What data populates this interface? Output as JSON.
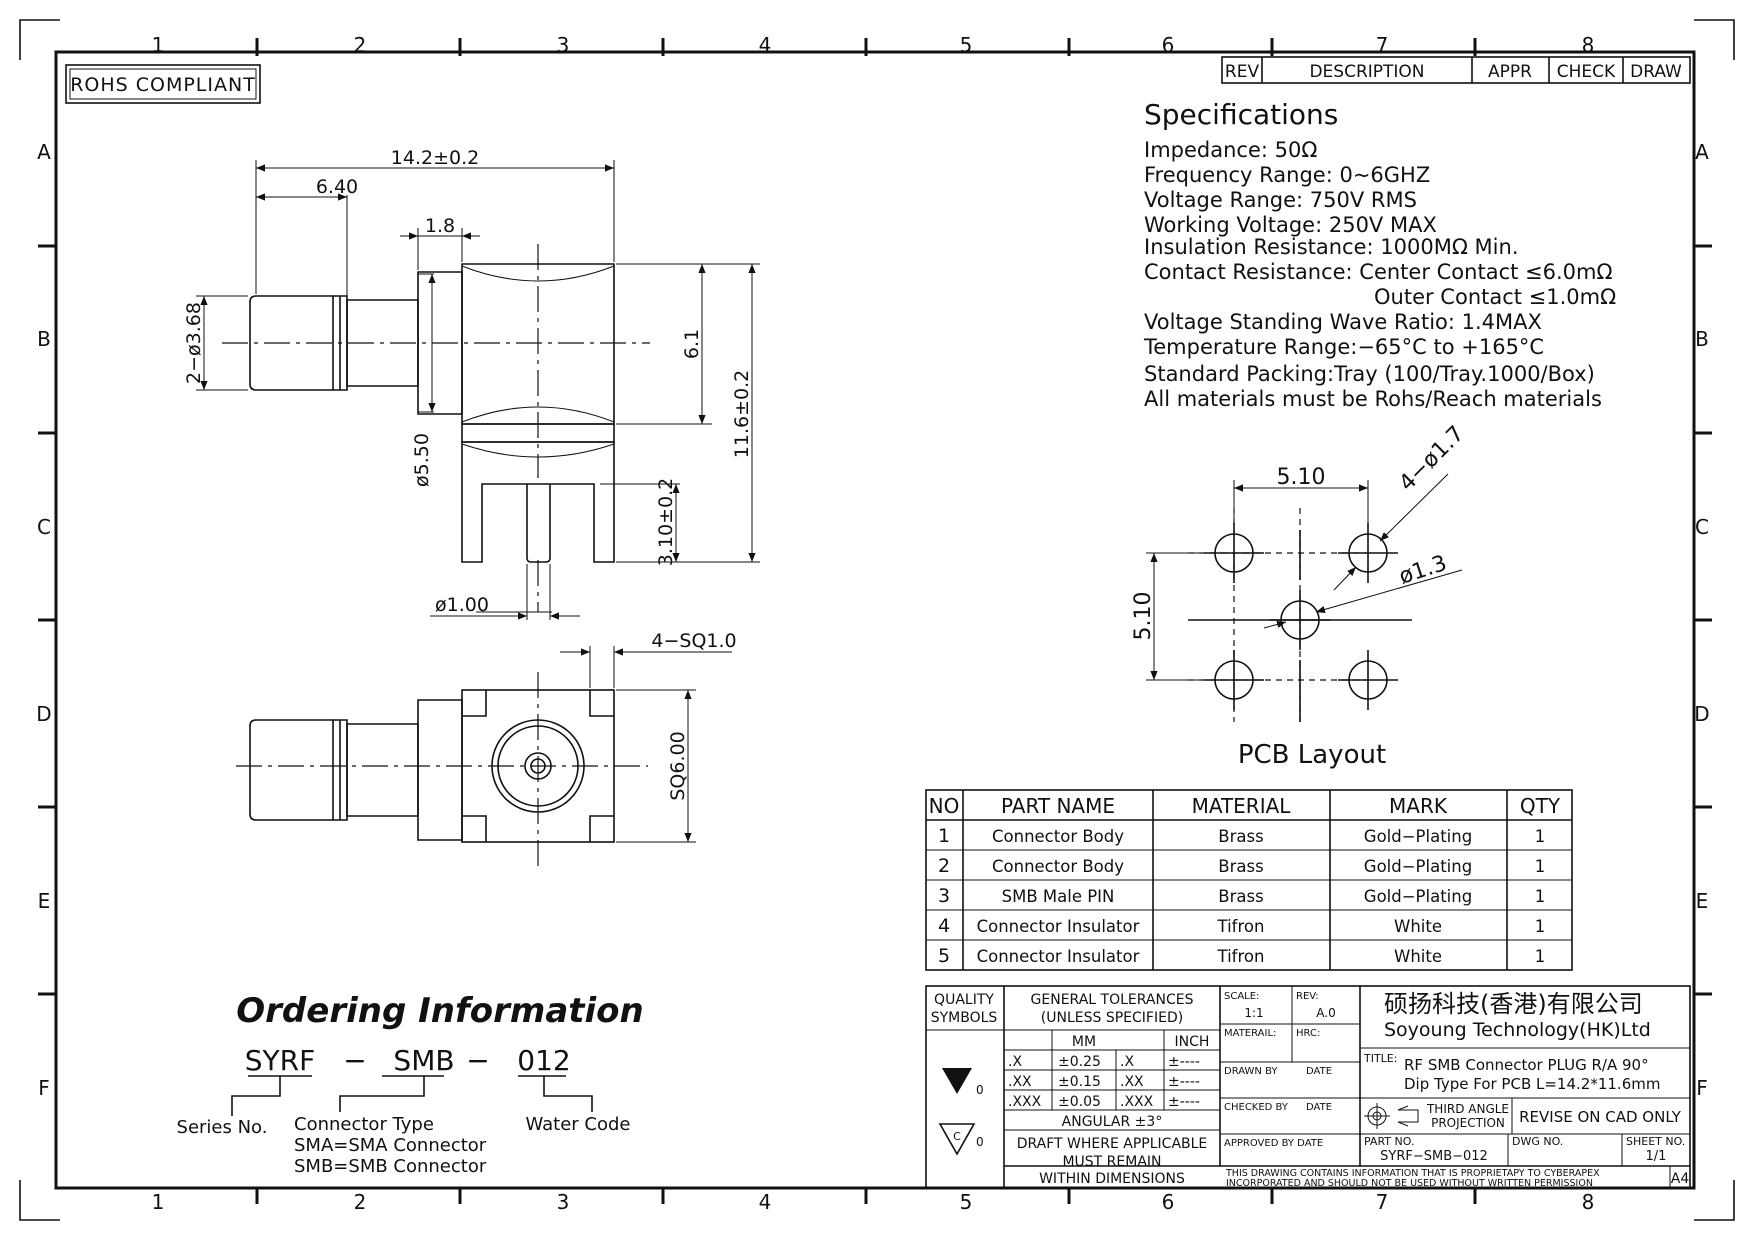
{
  "border": {
    "col_labels": [
      "1",
      "2",
      "3",
      "4",
      "5",
      "6",
      "7",
      "8"
    ],
    "row_labels": [
      "A",
      "B",
      "C",
      "D",
      "E",
      "F"
    ]
  },
  "rohs": "ROHS COMPLIANT",
  "rev_block": {
    "headers": [
      "REV",
      "DESCRIPTION",
      "APPR",
      "CHECK",
      "DRAW"
    ]
  },
  "specs": {
    "title": "Specifications",
    "lines": [
      "Impedance: 50Ω",
      "Frequency Range: 0~6GHZ",
      "Voltage Range: 750V RMS",
      "Working Voltage: 250V MAX",
      "Insulation Resistance: 1000MΩ Min.",
      "Contact Resistance: Center Contact ≤6.0mΩ",
      "Outer Contact ≤1.0mΩ",
      "Voltage Standing Wave Ratio: 1.4MAX",
      "Temperature Range:−65°C to +165°C",
      "Standard Packing:Tray (100/Tray.1000/Box)",
      "All materials must be Rohs/Reach materials"
    ]
  },
  "side_view_dims": {
    "overall": "14.2±0.2",
    "plug": "6.40",
    "flange": "1.8",
    "plug_dia": "2−ø3.68",
    "body_h": "6.1",
    "total_h": "11.6±0.2",
    "body_dia": "ø5.50",
    "leg_h": "3.10±0.2",
    "pin_dia": "ø1.00"
  },
  "top_view_dims": {
    "sq_leg": "4−SQ1.0",
    "sq_body": "SQ6.00"
  },
  "pcb": {
    "title": "PCB Layout",
    "dim_h": "5.10",
    "dim_v": "5.10",
    "hole_outer": "4−ø1.7",
    "hole_center": "ø1.3"
  },
  "bom": {
    "headers": [
      "NO",
      "PART NAME",
      "MATERIAL",
      "MARK",
      "QTY"
    ],
    "rows": [
      [
        "1",
        "Connector Body",
        "Brass",
        "Gold−Plating",
        "1"
      ],
      [
        "2",
        "Connector Body",
        "Brass",
        "Gold−Plating",
        "1"
      ],
      [
        "3",
        "SMB Male PIN",
        "Brass",
        "Gold−Plating",
        "1"
      ],
      [
        "4",
        "Connector Insulator",
        "Tifron",
        "White",
        "1"
      ],
      [
        "5",
        "Connector Insulator",
        "Tifron",
        "White",
        "1"
      ]
    ]
  },
  "ordering": {
    "title": "Ordering Information",
    "part_a": "SYRF",
    "sep1": "−",
    "part_b": "SMB",
    "sep2": "−",
    "part_c": "012",
    "label_series": "Series No.",
    "label_type": "Connector Type",
    "type_sma": "SMA=SMA Connector",
    "type_smb": "SMB=SMB Connector",
    "label_code": "Water Code"
  },
  "title_block": {
    "quality": "QUALITY",
    "symbols": "SYMBOLS",
    "sym1_mark": "0",
    "sym2_letter": "C",
    "sym2_mark": "0",
    "gen_tol": "GENERAL TOLERANCES",
    "unless": "(UNLESS SPECIFIED)",
    "mm": "MM",
    "inch": "INCH",
    "tol_rows": [
      [
        ".X",
        "±0.25",
        ".X",
        "±----"
      ],
      [
        ".XX",
        "±0.15",
        ".XX",
        "±----"
      ],
      [
        ".XXX",
        "±0.05",
        ".XXX",
        "±----"
      ]
    ],
    "angular": "ANGULAR ±3°",
    "draft1": "DRAFT WHERE APPLICABLE",
    "draft2": "MUST REMAIN",
    "draft3": "WITHIN DIMENSIONS",
    "scale_lbl": "SCALE:",
    "scale_val": "1:1",
    "rev_lbl": "REV:",
    "rev_val": "A.0",
    "material_lbl": "MATERAIL:",
    "hrc_lbl": "HRC:",
    "drawn_lbl": "DRAWN BY",
    "date1_lbl": "DATE",
    "checked_lbl": "CHECKED BY",
    "date2_lbl": "DATE",
    "approved_lbl": "APPROVED BY DATE",
    "company_cn": "硕扬科技(香港)有限公司",
    "company_en": "Soyoung Technology(HK)Ltd",
    "title_lbl": "TITLE:",
    "title_1": "RF SMB Connector PLUG R/A 90°",
    "title_2": "Dip Type For PCB L=14.2*11.6mm",
    "proj_1": "THIRD ANGLE",
    "proj_2": "PROJECTION",
    "revise": "REVISE ON CAD ONLY",
    "part_lbl": "PART NO.",
    "part_val": "SYRF−SMB−012",
    "dwg_lbl": "DWG NO.",
    "sheet_lbl": "SHEET NO.",
    "sheet_val": "1/1",
    "note_1": "THIS DRAWING CONTAINS INFORMATION THAT IS PROPRIETAPY TO CYBERAPEX",
    "note_2": "INCORPORATED AND SHOULD NOT BE USED WITHOUT WRITTEN PERMISSION",
    "size": "A4"
  }
}
